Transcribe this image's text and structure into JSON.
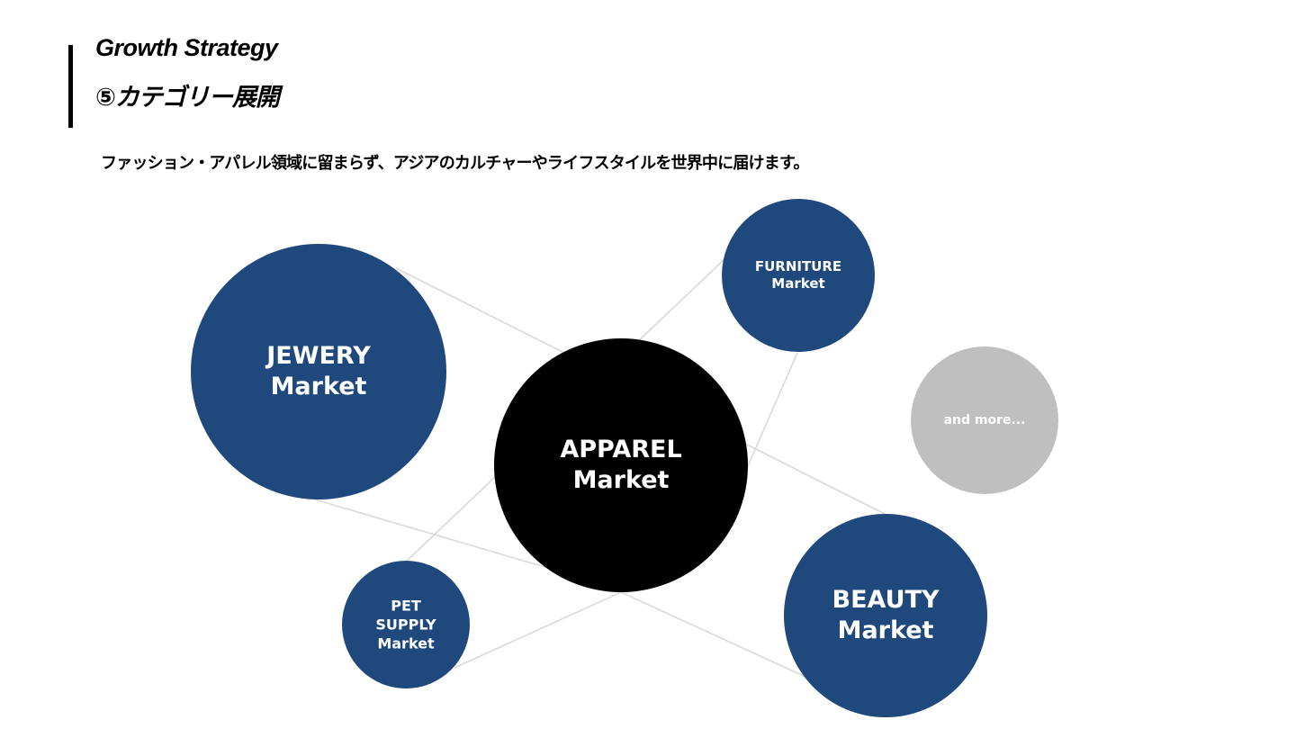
{
  "header": {
    "title_en": "Growth Strategy",
    "title_jp": "⑤カテゴリー展開",
    "description": "ファッション・アパレル領域に留まらず、アジアのカルチャーやライフスタイルを世界中に届けます。"
  },
  "colors": {
    "navy": "#1f497d",
    "black": "#000000",
    "gray": "#bfbfbf",
    "line": "#d9d9d9"
  },
  "markets": {
    "jewery": {
      "line1": "JEWERY",
      "line2": "Market"
    },
    "apparel": {
      "line1": "APPAREL",
      "line2": "Market"
    },
    "furniture": {
      "line1": "FURNITURE",
      "line2": "Market"
    },
    "more": {
      "line1": "and more..."
    },
    "pet": {
      "line1": "PET",
      "line2": "SUPPLY",
      "line3": "Market"
    },
    "beauty": {
      "line1": "BEAUTY",
      "line2": "Market"
    }
  }
}
